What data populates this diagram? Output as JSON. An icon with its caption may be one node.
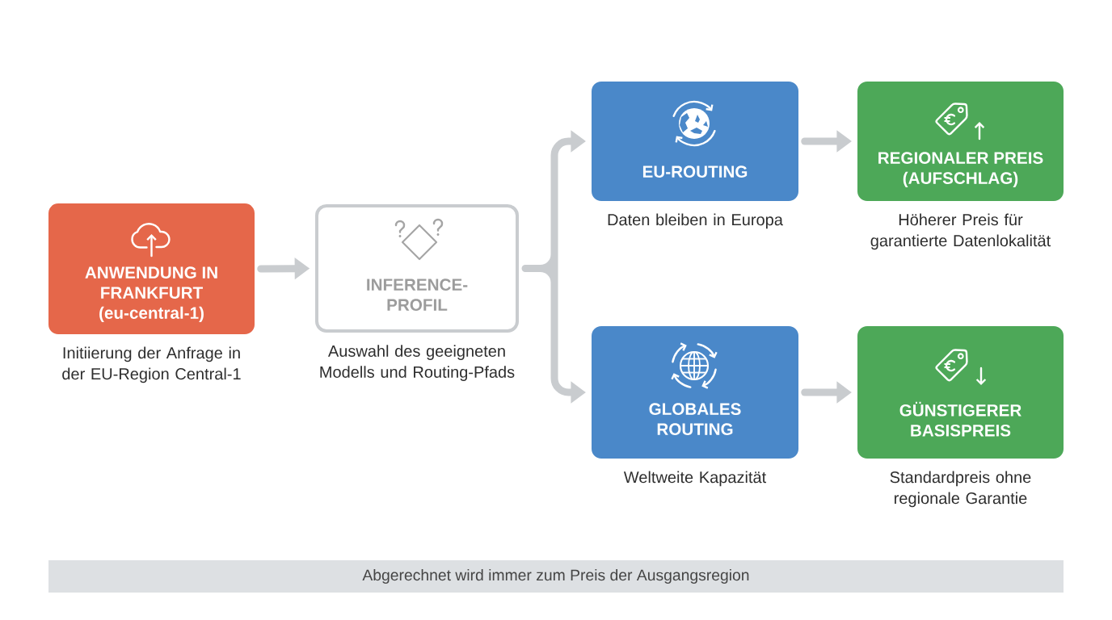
{
  "diagram": {
    "nodes": [
      {
        "text": [
          "ANWENDUNG IN FRANKFURT (eu-central-1)"
        ],
        "beside": [
          "Initiierung der Anfrage in der EU-Region Central-1"
        ]
      },
      {
        "text": [
          "INFERENCE-PROFIL"
        ],
        "beside": [
          "Auswahl des geeigneten Modells und Routing-Pfads"
        ]
      },
      {
        "text": [
          "EU-ROUTING"
        ],
        "beside": [
          "Daten bleiben in Europa"
        ]
      },
      {
        "text": [
          "REGIONALER PREIS (AUFSCHLAG)"
        ],
        "beside": [
          "Höherer Preis für garantierte Datenlokalität"
        ]
      },
      {
        "text": [
          "GLOBALES ROUTING"
        ],
        "beside": [
          "Weltweite Kapazität"
        ]
      },
      {
        "text": [
          "GÜNSTIGERER BASISPREIS"
        ],
        "beside": [
          "Standardpreis ohne regionale Garantie"
        ]
      },
      {
        "text": [
          "Abgerechnet wird immer zum Preis der Ausgangsregion"
        ]
      }
    ],
    "edges": [
      {
        "from": 0,
        "to": 1,
        "arrow": "to"
      },
      {
        "from": 1,
        "to": 2,
        "arrow": "to"
      },
      {
        "from": 1,
        "to": 4,
        "arrow": "to"
      },
      {
        "from": 2,
        "to": 3,
        "arrow": "to"
      },
      {
        "from": 4,
        "to": 5,
        "arrow": "to"
      }
    ]
  }
}
